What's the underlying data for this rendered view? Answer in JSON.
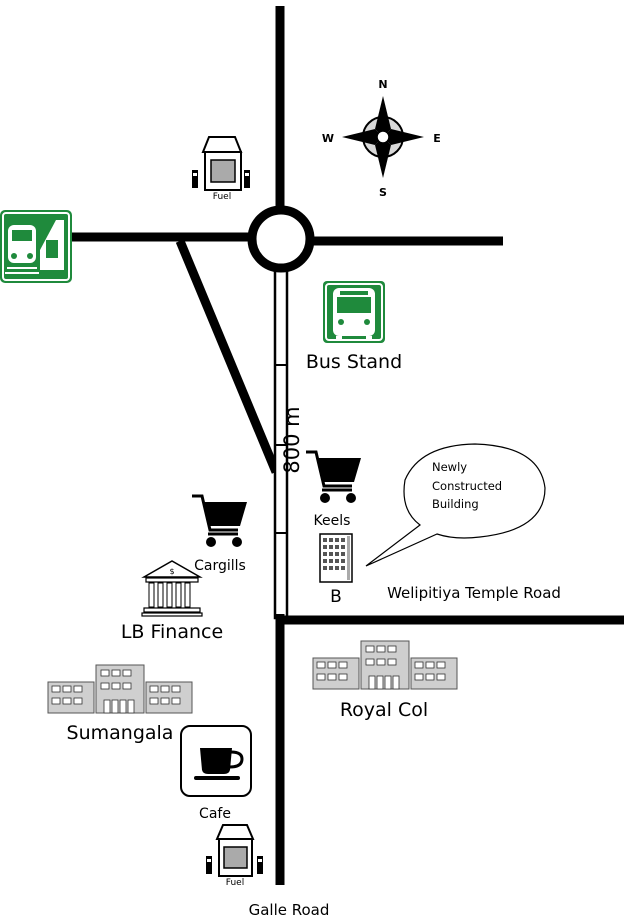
{
  "compass": {
    "n": "N",
    "e": "E",
    "s": "S",
    "w": "W"
  },
  "landmarks": {
    "fuel_top": "Fuel",
    "fuel_bottom": "Fuel",
    "bus_stand": "Bus Stand",
    "keels": "Keels",
    "cargills": "Cargills",
    "lb_finance": "LB Finance",
    "sumangala": "Sumangala",
    "royal_col": "Royal Col",
    "cafe": "Cafe",
    "building_b": "B",
    "callout": [
      "Newly",
      "Constructed",
      "Building"
    ]
  },
  "roads": {
    "distance": "800 m",
    "welipitiya": "Welipitiya Temple Road",
    "galle": "Galle Road"
  },
  "colors": {
    "sign_green": "#1f8a3c",
    "building_gray": "#cfcfcf",
    "road": "#000000"
  },
  "icons": [
    "train-station-sign-icon",
    "bus-sign-icon",
    "shopping-cart-icon",
    "bank-icon",
    "coffee-cup-icon",
    "fuel-pump-icon",
    "office-building-icon",
    "compass-rose-icon"
  ]
}
